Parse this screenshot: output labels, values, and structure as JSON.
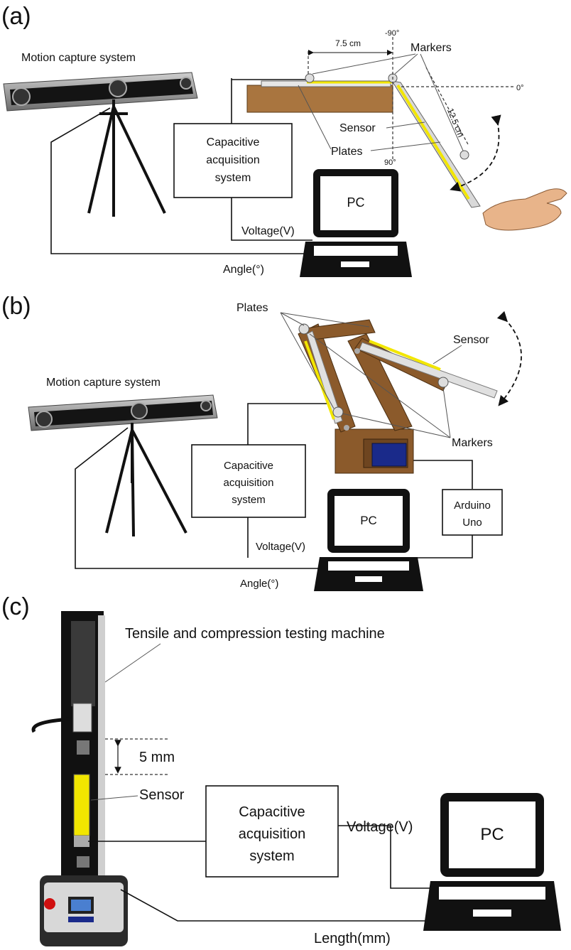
{
  "panel_a": {
    "panel_label": "(a)",
    "motion_capture_label": "Motion capture system",
    "capacitive_label": [
      "Capacitive",
      "acquisition",
      "system"
    ],
    "pc_label": "PC",
    "voltage_label": "Voltage(V)",
    "angle_label": "Angle(°)",
    "markers_label": "Markers",
    "sensor_label": "Sensor",
    "plates_label": "Plates",
    "dim_horizontal": "7.5 cm",
    "dim_diagonal": "12.5 cm",
    "angle_neg90": "-90°",
    "angle_0": "0°",
    "angle_90": "90°"
  },
  "panel_b": {
    "panel_label": "(b)",
    "plates_label": "Plates",
    "sensor_label": "Sensor",
    "motion_capture_label": "Motion capture system",
    "markers_label": "Markers",
    "capacitive_label": [
      "Capacitive",
      "acquisition",
      "system"
    ],
    "pc_label": "PC",
    "arduino_label": [
      "Arduino",
      "Uno"
    ],
    "voltage_label": "Voltage(V)",
    "angle_label": "Angle(°)"
  },
  "panel_c": {
    "panel_label": "(c)",
    "machine_label": "Tensile and compression testing machine",
    "displacement_label": "5 mm",
    "sensor_label": "Sensor",
    "capacitive_label": [
      "Capacitive",
      "acquisition",
      "system"
    ],
    "voltage_label": "Voltage(V)",
    "pc_label": "PC",
    "length_label": "Length(mm)"
  },
  "colors": {
    "sensor_yellow": "#f2e600",
    "wood_brown": "#8b5a2b",
    "camera_gray": "#888888",
    "screen_blue": "#1a2a8a",
    "button_red": "#d01010"
  }
}
